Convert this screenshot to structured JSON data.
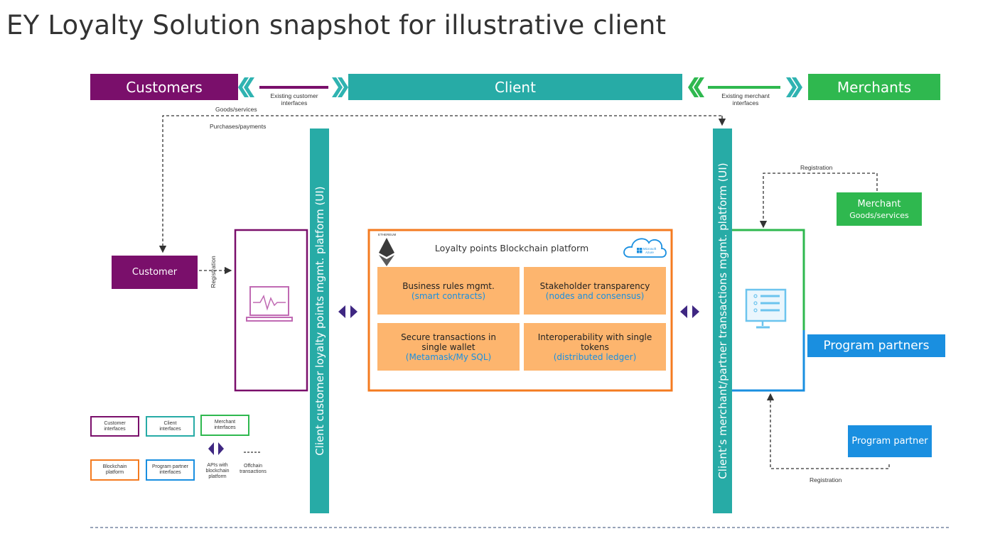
{
  "title": "EY Loyalty Solution snapshot for illustrative client",
  "colors": {
    "customers": "#7a0f6b",
    "client": "#27aba6",
    "merchants": "#2fb84f",
    "blockchain": "#f47b20",
    "partners": "#1a8fe0",
    "feature": "#fdb56e"
  },
  "top_bands": {
    "customers": "Customers",
    "client": "Client",
    "merchants": "Merchants",
    "existing_customer_interfaces": "Existing customer interfaces",
    "existing_merchant_interfaces": "Existing merchant interfaces"
  },
  "flows": {
    "goods_services": "Goods/services",
    "purchases_payments": "Purchases/payments",
    "registration_customer": "Registration",
    "registration_merchant": "Registration",
    "registration_partner": "Registration"
  },
  "customer_box": "Customer",
  "left_bar": "Client customer loyalty points mgmt. platform (UI)",
  "right_bar": "Client’s merchant/partner transactions mgmt. platform (UI)",
  "blockchain": {
    "title": "Loyalty points Blockchain platform",
    "ethereum_icon_label": "ETHEREUM",
    "azure_label": "Microsoft Azure",
    "features": [
      {
        "title": "Business rules mgmt.",
        "detail": "(smart contracts)"
      },
      {
        "title": "Stakeholder transparency",
        "detail": "(nodes and consensus)"
      },
      {
        "title": "Secure transactions in single wallet",
        "detail": "(Metamask/My SQL)"
      },
      {
        "title": "Interoperability with single tokens",
        "detail": "(distributed ledger)"
      }
    ]
  },
  "merchant_box": {
    "title": "Merchant",
    "sub": "Goods/services"
  },
  "program_partners_band": "Program partners",
  "program_partner_box": "Program partner",
  "legend": {
    "customer_interfaces": "Customer interfaces",
    "client_interfaces": "Client interfaces",
    "merchant_interfaces": "Merchant interfaces",
    "blockchain_platform": "Blockchain platform",
    "program_partner_interfaces": "Program partner interfaces",
    "apis": "APIs with blockchain platform",
    "offchain": "Offchain transactions"
  }
}
